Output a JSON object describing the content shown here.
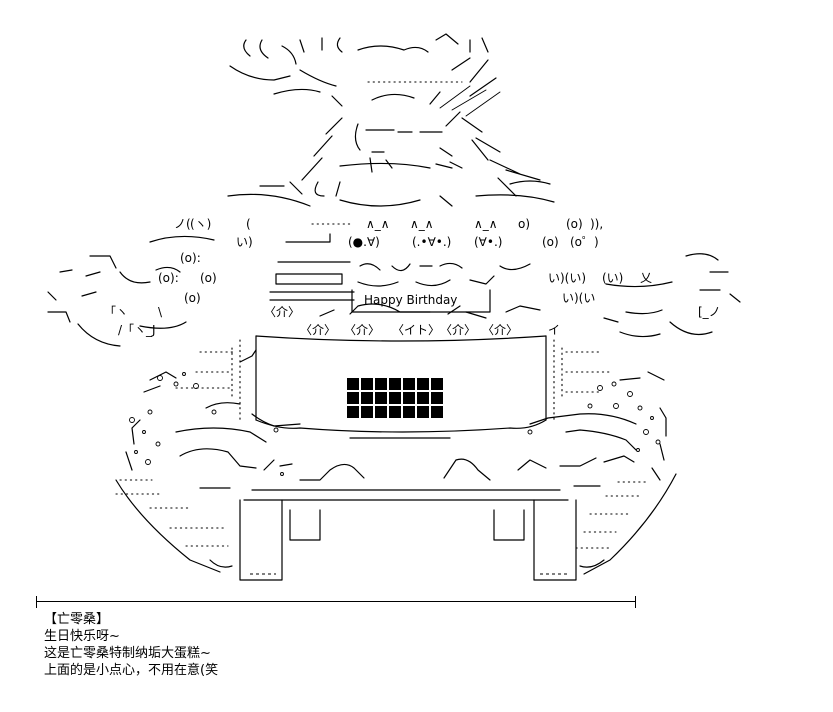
{
  "artwork": {
    "banner_text": "Happy Birthday",
    "face_left_top": "(ヽ)",
    "face_center_top": "(●.∀)",
    "face_mid": "(.•∀•.)",
    "face_right_top": "(∀•.)",
    "face_small_1": "(o)",
    "face_small_2": "(o゜)",
    "topper_labels": [
      "〈介〉",
      "〈介〉",
      "〈介〉",
      "〈イト〉",
      "〈介〉",
      "〈介〉"
    ],
    "grid_blocks": {
      "rows": 3,
      "cols": 7
    }
  },
  "dialogue": {
    "speaker": "【亡零桑】",
    "lines": [
      "生日快乐呀~",
      "这是亡零桑特制纳垢大蛋糕~",
      "上面的是小点心，不用在意(笑"
    ]
  }
}
